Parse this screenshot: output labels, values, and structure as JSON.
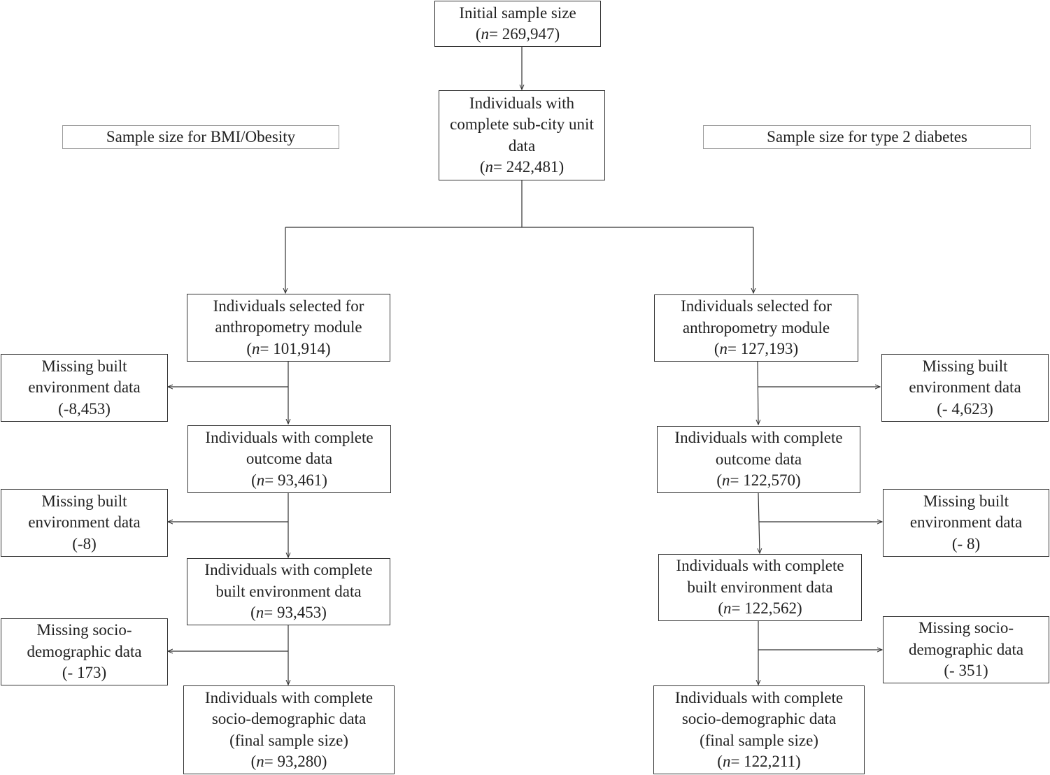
{
  "initial": {
    "line1": "Initial sample size",
    "n_label": "n",
    "n_value": "= 269,947)"
  },
  "subcity": {
    "line1": "Individuals with",
    "line2": "complete sub-city unit",
    "line3": "data",
    "n_label": "n",
    "n_value": "= 242,481)"
  },
  "bmi_label": "Sample size for BMI/Obesity",
  "t2d_label": "Sample size for type 2 diabetes",
  "left": {
    "selected": {
      "line1": "Individuals selected for",
      "line2": "anthropometry module",
      "n_label": "n",
      "n_value": "= 101,914)"
    },
    "missing1": {
      "line1": "Missing built",
      "line2": "environment data",
      "line3": "(-8,453)"
    },
    "outcome": {
      "line1": "Individuals with complete",
      "line2": "outcome data",
      "n_label": "n",
      "n_value": "= 93,461)"
    },
    "missing2": {
      "line1": "Missing built",
      "line2": "environment data",
      "line3": "(-8)"
    },
    "built": {
      "line1": "Individuals with complete",
      "line2": "built environment data",
      "n_label": "n",
      "n_value": "= 93,453)"
    },
    "missing3": {
      "line1": "Missing socio-",
      "line2": "demographic data",
      "line3": "(- 173)"
    },
    "final": {
      "line1": "Individuals with complete",
      "line2": "socio-demographic data",
      "line3": "(final sample size)",
      "n_label": "n",
      "n_value": "= 93,280)"
    }
  },
  "right": {
    "selected": {
      "line1": "Individuals selected for",
      "line2": "anthropometry module",
      "n_label": "n",
      "n_value": "= 127,193)"
    },
    "missing1": {
      "line1": "Missing built",
      "line2": "environment data",
      "line3": "(- 4,623)"
    },
    "outcome": {
      "line1": "Individuals with complete",
      "line2": "outcome data",
      "n_label": "n",
      "n_value": "= 122,570)"
    },
    "missing2": {
      "line1": "Missing built",
      "line2": "environment data",
      "line3": "(- 8)"
    },
    "built": {
      "line1": "Individuals with complete",
      "line2": "built environment data",
      "n_label": "n",
      "n_value": "= 122,562)"
    },
    "missing3": {
      "line1": "Missing socio-",
      "line2": "demographic data",
      "line3": "(- 351)"
    },
    "final": {
      "line1": "Individuals with complete",
      "line2": "socio-demographic data",
      "line3": "(final sample size)",
      "n_label": "n",
      "n_value": "= 122,211)"
    }
  }
}
